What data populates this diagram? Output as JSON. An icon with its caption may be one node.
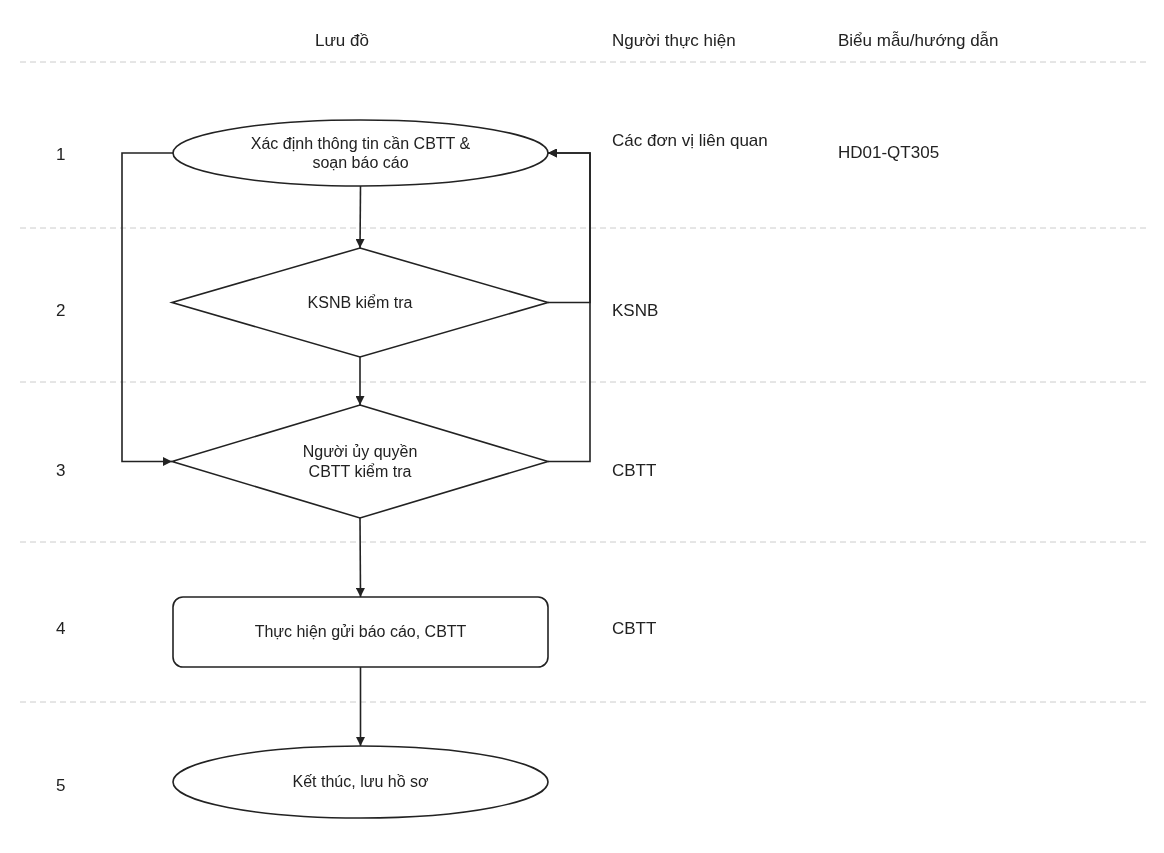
{
  "diagram": {
    "nodes": [
      {
        "text": [
          "Xác định thông tin cần CBTT & soạn báo cáo"
        ]
      },
      {
        "text": [
          "KSNB kiểm tra"
        ]
      },
      {
        "text": [
          "Người ủy quyền CBTT kiểm tra"
        ]
      },
      {
        "text": [
          "Thực hiện gửi báo cáo, CBTT"
        ]
      },
      {
        "text": [
          "Kết thúc, lưu hồ sơ"
        ]
      }
    ],
    "edges": [
      {
        "from": 0,
        "to": 1,
        "arrow": "to"
      },
      {
        "from": 1,
        "to": 2,
        "arrow": "to"
      },
      {
        "from": 2,
        "to": 3,
        "arrow": "to"
      },
      {
        "from": 3,
        "to": 4,
        "arrow": "to"
      },
      {
        "from": 1,
        "to": 0,
        "arrow": "to"
      },
      {
        "from": 2,
        "to": 0,
        "arrow": "to"
      },
      {
        "from": 0,
        "to": 2,
        "arrow": "to"
      }
    ],
    "labels": [
      "Lưu đồ",
      "Người thực hiện",
      "Biểu mẫu/hướng dẫn",
      "1",
      "Các đơn vị liên quan",
      "HD01-QT305",
      "2",
      "KSNB",
      "3",
      "CBTT",
      "4",
      "CBTT",
      "5"
    ]
  }
}
